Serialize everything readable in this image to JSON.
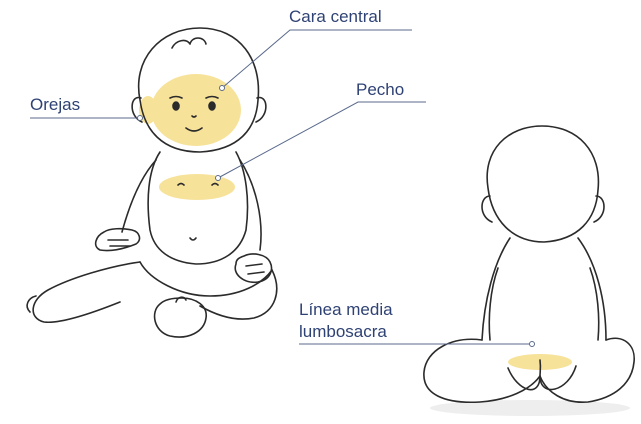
{
  "labels": {
    "face": "Cara central",
    "chest": "Pecho",
    "ears": "Orejas",
    "lumbosacral_line1": "Línea media",
    "lumbosacral_line2": "lumbosacra"
  },
  "colors": {
    "outline": "#2b2b2b",
    "highlight": "#f7e29a",
    "label": "#2f4274",
    "leader": "#5a6a8c"
  }
}
